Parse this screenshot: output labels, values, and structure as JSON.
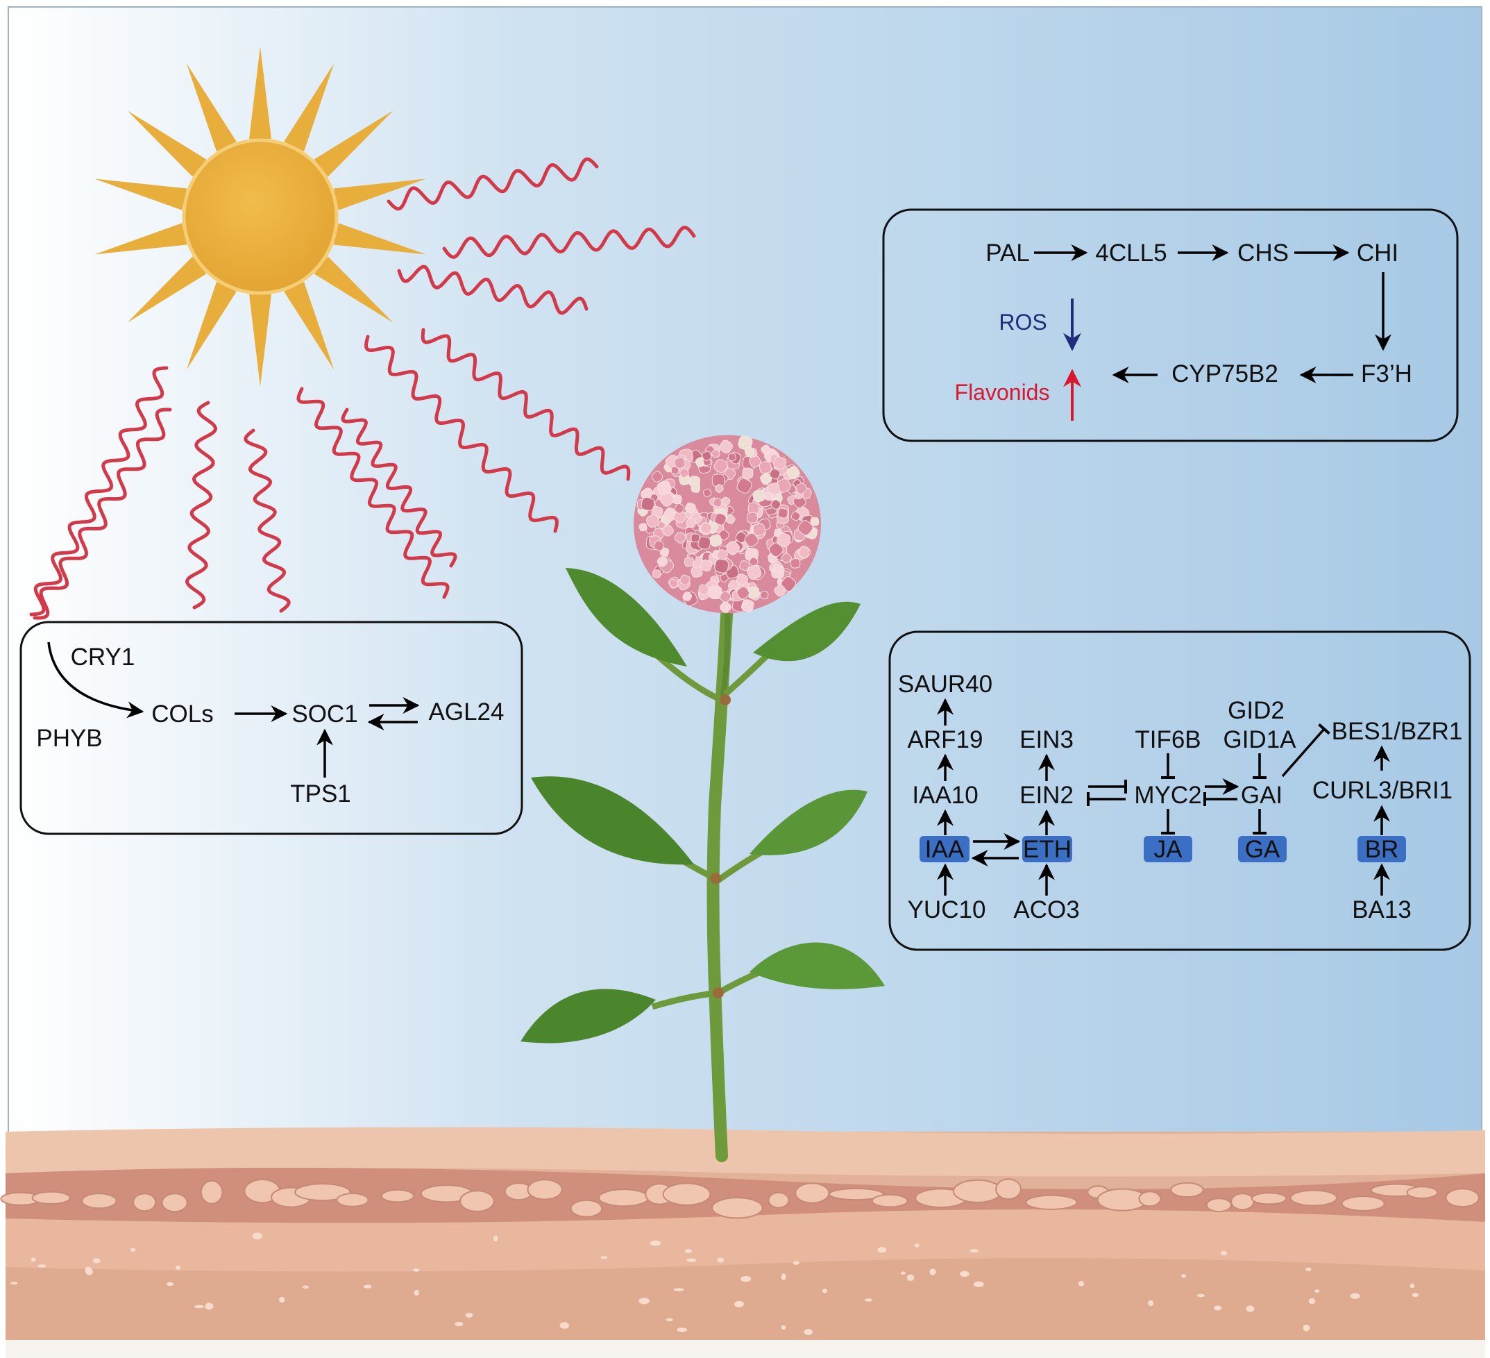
{
  "colors": {
    "sky_left": "#ffffff",
    "sky_right": "#a9cbe6",
    "sun": "#e8ae3c",
    "waves": "#d23a4a",
    "ros_arrow": "#1f2d7a",
    "flavonoid_arrow": "#d9182e",
    "hormone_box": "#3b6fc4",
    "leaf": "#4f8a2e",
    "stem": "#6f9a3c",
    "soil": "#e6b39a"
  },
  "flavonoid_panel": {
    "pal": "PAL",
    "4cll5": "4CLL5",
    "chs": "CHS",
    "chi": "CHI",
    "f3h": "F3’H",
    "cyp75b2": "CYP75B2",
    "ros": "ROS",
    "flavonoids": "Flavonids"
  },
  "flowering_panel": {
    "cry1": "CRY1",
    "phyb": "PHYB",
    "cols": "COLs",
    "soc1": "SOC1",
    "agl24": "AGL24",
    "tps1": "TPS1"
  },
  "hormone_panel": {
    "saur40": "SAUR40",
    "arf19": "ARF19",
    "iaa10": "IAA10",
    "iaa": "IAA",
    "yuc10": "YUC10",
    "ein3": "EIN3",
    "ein2": "EIN2",
    "eth": "ETH",
    "aco3": "ACO3",
    "tif6b": "TIF6B",
    "myc2": "MYC2",
    "ja": "JA",
    "gid2": "GID2",
    "gid1a": "GID1A",
    "gai": "GAI",
    "ga": "GA",
    "bes1": "BES1/BZR1",
    "curl3": "CURL3/BRI1",
    "br": "BR",
    "ba13": "BA13"
  }
}
